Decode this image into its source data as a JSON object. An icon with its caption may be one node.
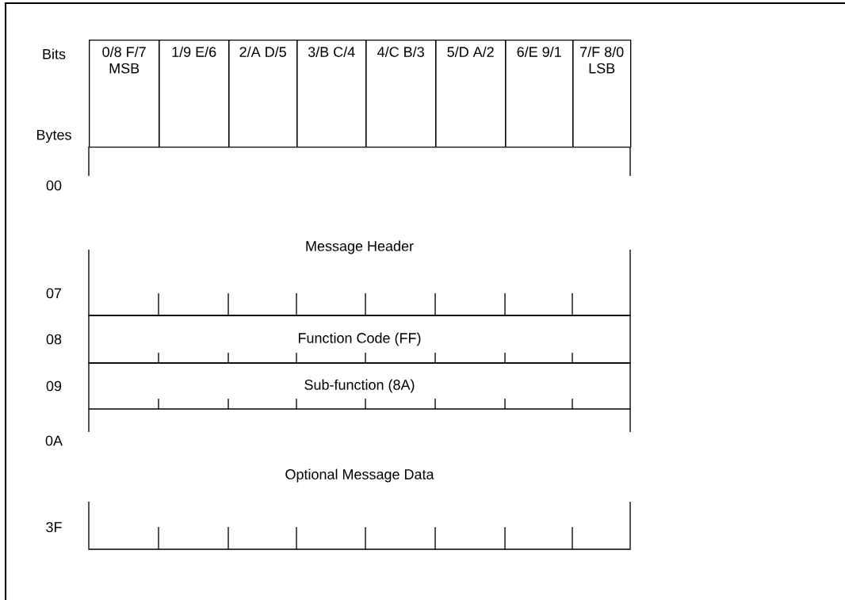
{
  "diagram": {
    "nodes": [
      {
        "text": [
          "0/8 F/7 MSB"
        ]
      },
      {
        "text": [
          "1/9 E/6"
        ]
      },
      {
        "text": [
          "2/A D/5"
        ]
      },
      {
        "text": [
          "3/B C/4"
        ]
      },
      {
        "text": [
          "4/C B/3"
        ]
      },
      {
        "text": [
          "5/D A/2"
        ]
      },
      {
        "text": [
          "6/E 9/1"
        ]
      },
      {
        "text": [
          "7/F 8/0 LSB"
        ]
      },
      {
        "text": [
          "Message Header"
        ]
      },
      {
        "text": [
          "Function Code (FF)"
        ]
      },
      {
        "text": [
          "Sub-function (8A)"
        ]
      },
      {
        "text": [
          "Optional Message Data"
        ]
      }
    ],
    "labels": [
      "Bits",
      "Bytes",
      "00",
      "07",
      "08",
      "09",
      "0A",
      "3F"
    ]
  }
}
